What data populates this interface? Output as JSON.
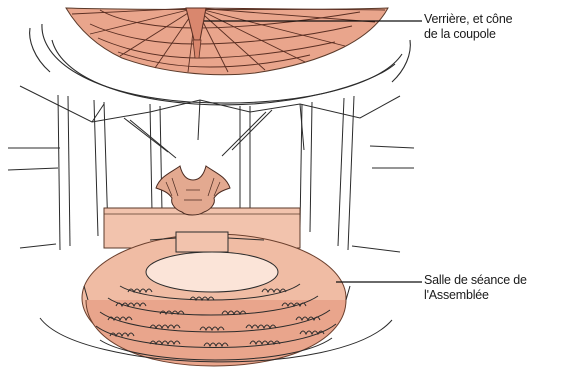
{
  "annotations": [
    {
      "id": "verriere",
      "lines": [
        "Verrière, et cône",
        "de la coupole"
      ]
    },
    {
      "id": "salle",
      "lines": [
        "Salle de séance de",
        "l'Assemblée"
      ]
    }
  ],
  "colors": {
    "fill": "#e9a58c",
    "fill_light": "#f2c3ad",
    "ink": "#2b2b2b",
    "leader": "#111111"
  }
}
